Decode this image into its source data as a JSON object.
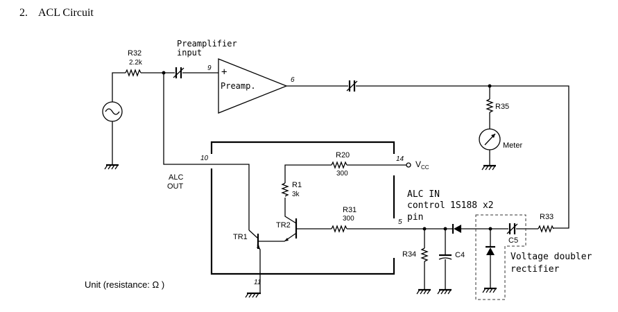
{
  "section": {
    "number": "2.",
    "title": "ACL Circuit"
  },
  "labels": {
    "r32_name": "R32",
    "r32_value": "2.2k",
    "preamp_input_line1": "Preamplifier",
    "preamp_input_line2": "input",
    "pin9": "9",
    "plus": "+",
    "preamp": "Preamp.",
    "pin6": "6",
    "r35": "R35",
    "meter": "Meter",
    "pin10": "10",
    "alc_out_line1": "ALC",
    "alc_out_line2": "OUT",
    "r20_name": "R20",
    "r20_value": "300",
    "pin14": "14",
    "vcc": "V",
    "vcc_sub": "CC",
    "r1_name": "R1",
    "r1_value": "3k",
    "alc_in": "ALC IN",
    "control": "control",
    "pin_word": "pin",
    "diode_part": "1S188 x2",
    "tr2": "TR2",
    "r31_name": "R31",
    "r31_value": "300",
    "pin5": "5",
    "r33": "R33",
    "tr1": "TR1",
    "c5": "C5",
    "r34": "R34",
    "c4": "C4",
    "vd_line1": "Voltage doubler",
    "vd_line2": "rectifier",
    "pin11": "11",
    "unit": "Unit (resistance: Ω )"
  },
  "icons": [
    "ac-source-icon",
    "ground-icon",
    "meter-icon",
    "diode-icon",
    "capacitor-icon",
    "resistor-icon",
    "npn-transistor-icon",
    "opamp-triangle-icon"
  ]
}
